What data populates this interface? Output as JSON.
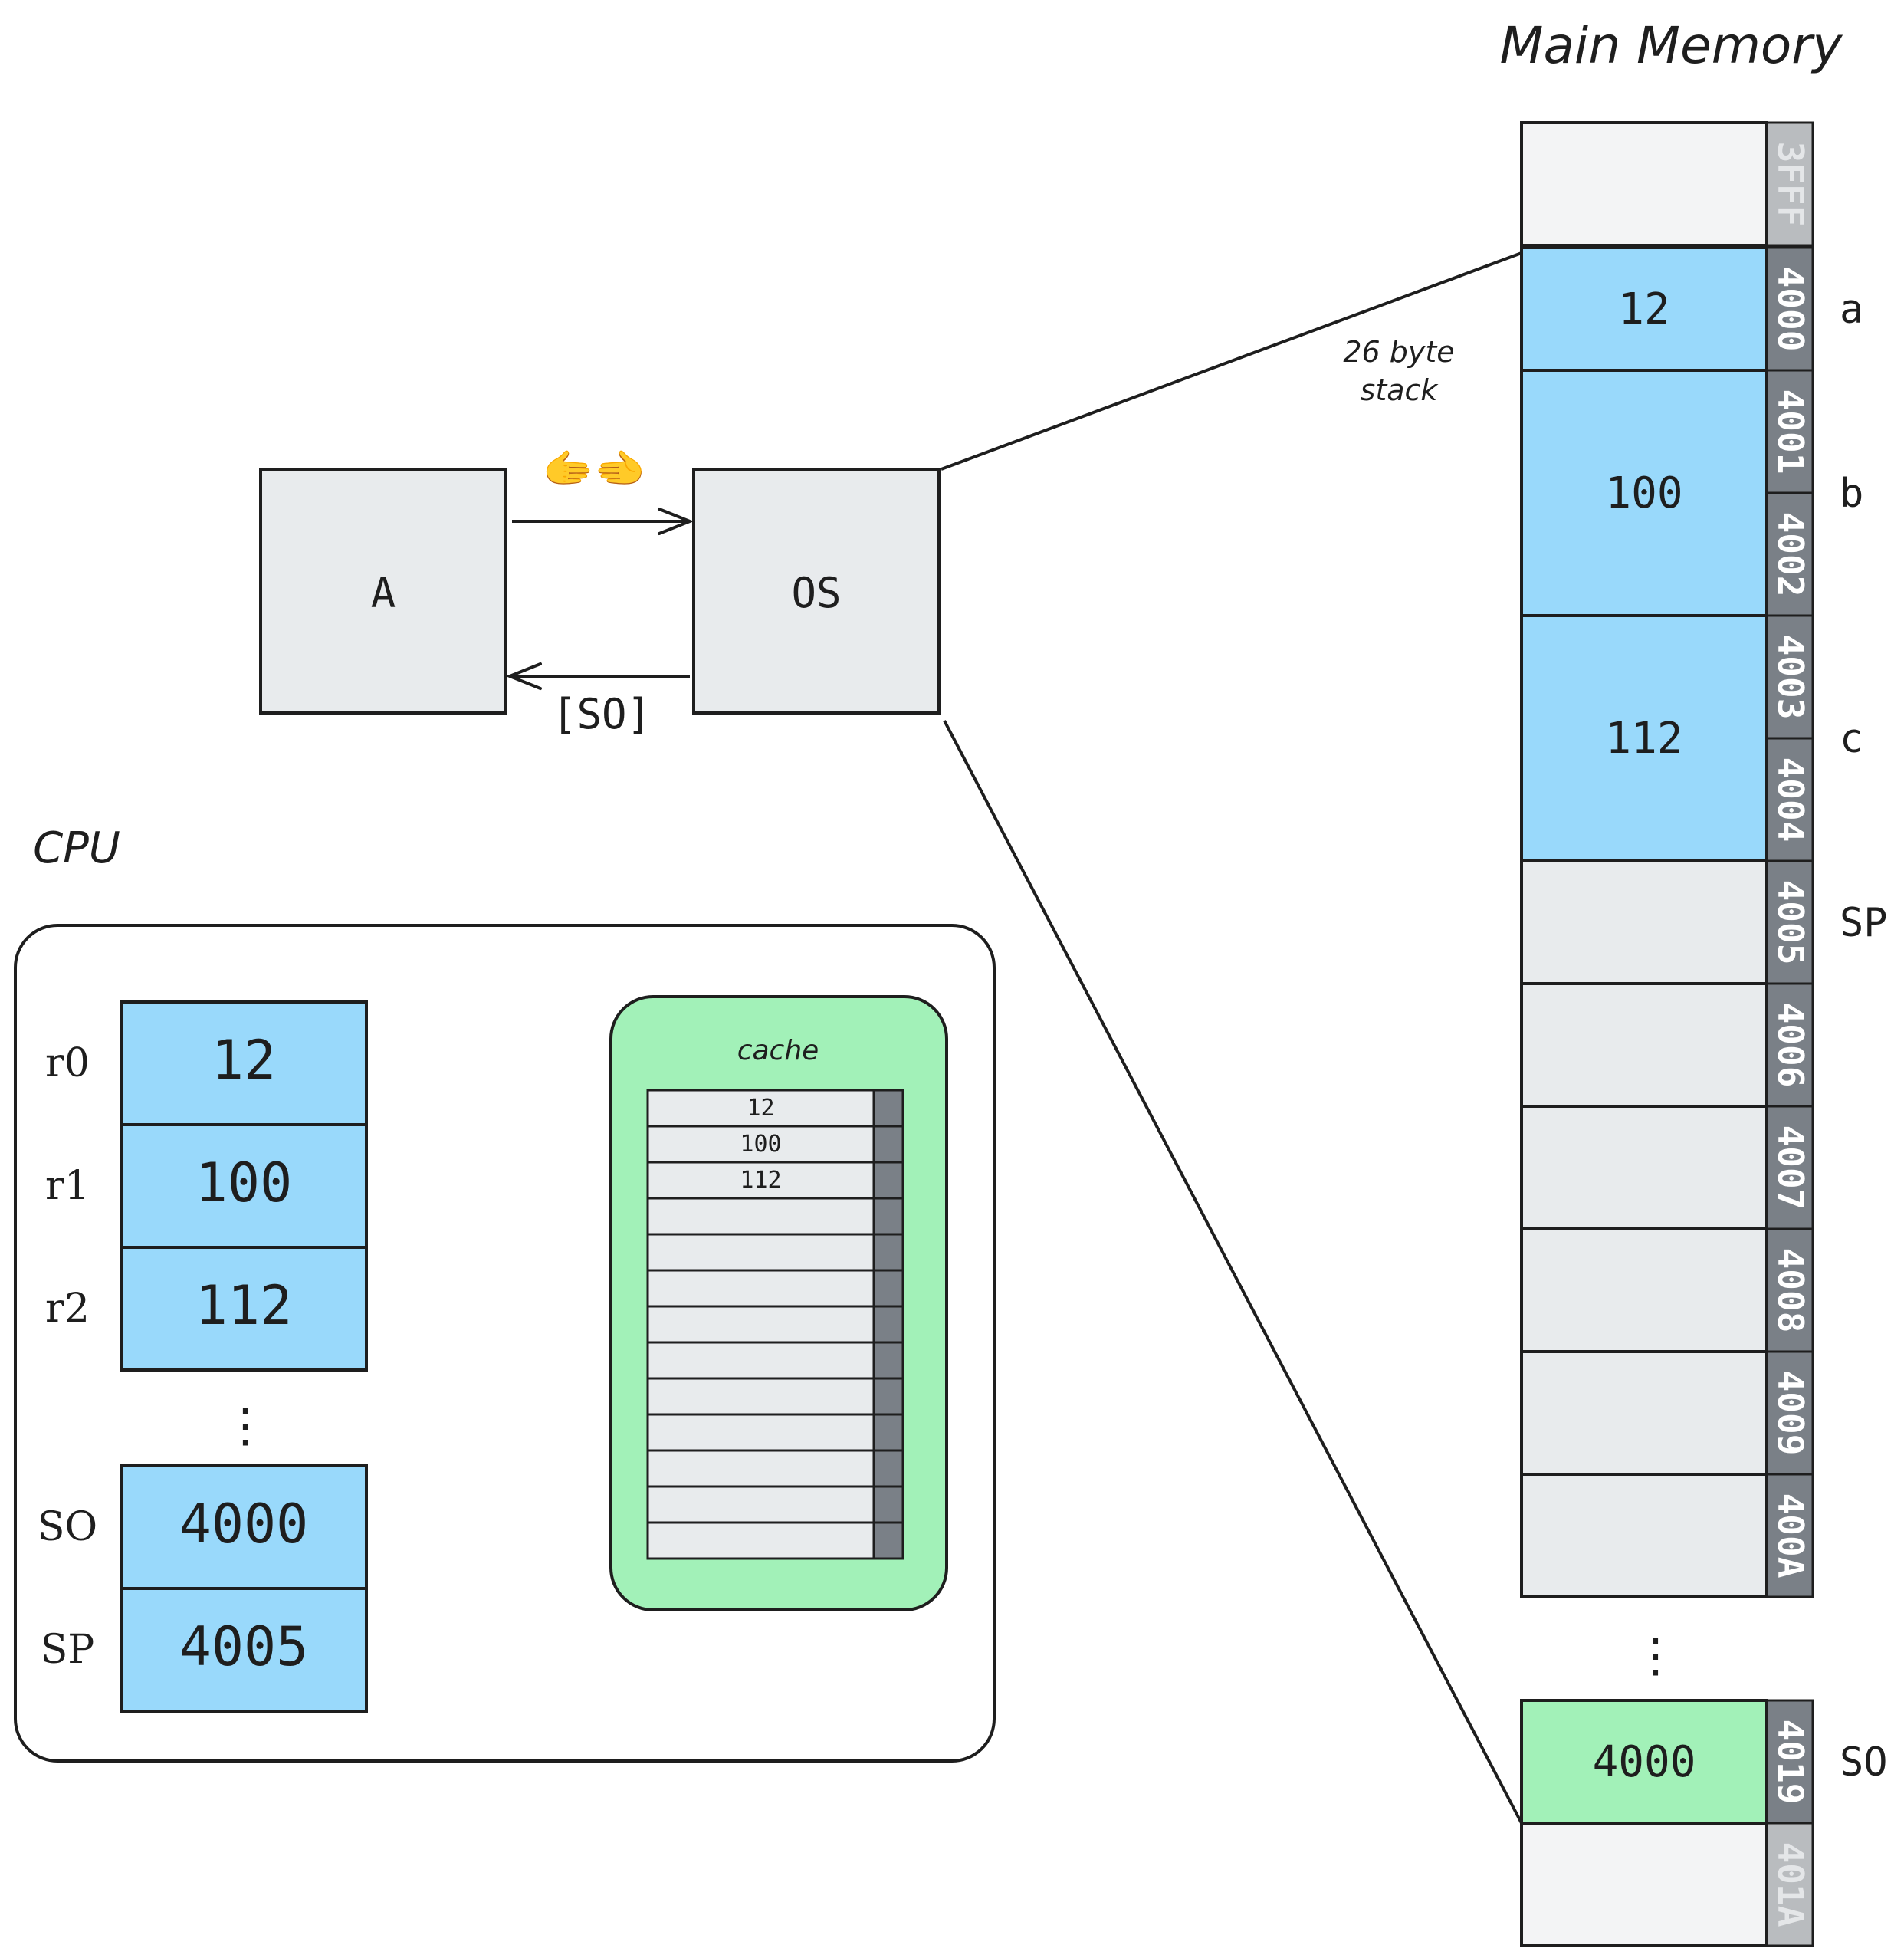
{
  "memory": {
    "title": "Main Memory",
    "stack_note_line1": "26 byte",
    "stack_note_line2": "stack",
    "dots": "⋮",
    "cells": [
      {
        "addr": "3FFF",
        "value": "",
        "var": "",
        "fill": "#f3f4f5",
        "addr_fill": "#b9bcbf",
        "addr_text": "#e4e6e8"
      },
      {
        "addr": "4000",
        "value": "12",
        "var": "a",
        "fill": "#99d9fb",
        "addr_fill": "#7a8087",
        "addr_text": "#ffffff"
      },
      {
        "addr": "4001",
        "value": "100",
        "var": "b",
        "fill": "#99d9fb",
        "addr_fill": "#7a8087",
        "addr_text": "#ffffff"
      },
      {
        "addr": "4002",
        "value": "",
        "var": "",
        "fill": "#99d9fb",
        "addr_fill": "#7a8087",
        "addr_text": "#ffffff"
      },
      {
        "addr": "4003",
        "value": "112",
        "var": "c",
        "fill": "#99d9fb",
        "addr_fill": "#7a8087",
        "addr_text": "#ffffff"
      },
      {
        "addr": "4004",
        "value": "",
        "var": "",
        "fill": "#99d9fb",
        "addr_fill": "#7a8087",
        "addr_text": "#ffffff"
      },
      {
        "addr": "4005",
        "value": "",
        "var": "SP",
        "fill": "#e8ebed",
        "addr_fill": "#7a8087",
        "addr_text": "#ffffff"
      },
      {
        "addr": "4006",
        "value": "",
        "var": "",
        "fill": "#e8ebed",
        "addr_fill": "#7a8087",
        "addr_text": "#ffffff"
      },
      {
        "addr": "4007",
        "value": "",
        "var": "",
        "fill": "#e8ebed",
        "addr_fill": "#7a8087",
        "addr_text": "#ffffff"
      },
      {
        "addr": "4008",
        "value": "",
        "var": "",
        "fill": "#e8ebed",
        "addr_fill": "#7a8087",
        "addr_text": "#ffffff"
      },
      {
        "addr": "4009",
        "value": "",
        "var": "",
        "fill": "#e8ebed",
        "addr_fill": "#7a8087",
        "addr_text": "#ffffff"
      },
      {
        "addr": "400A",
        "value": "",
        "var": "",
        "fill": "#e8ebed",
        "addr_fill": "#7a8087",
        "addr_text": "#ffffff"
      },
      {
        "addr": "4019",
        "value": "4000",
        "var": "SO",
        "fill": "#a2f1b8",
        "addr_fill": "#7a8087",
        "addr_text": "#ffffff"
      },
      {
        "addr": "401A",
        "value": "",
        "var": "",
        "fill": "#f3f4f5",
        "addr_fill": "#b9bcbf",
        "addr_text": "#e4e6e8"
      }
    ]
  },
  "processes": {
    "a_label": "A",
    "os_label": "OS",
    "return_label": "[SO]",
    "handshake": "🫱🫲",
    "box_fill": "#e8ebed"
  },
  "cpu": {
    "title": "CPU",
    "dots": "⋮",
    "registers": [
      {
        "name": "r0",
        "value": "12"
      },
      {
        "name": "r1",
        "value": "100"
      },
      {
        "name": "r2",
        "value": "112"
      },
      {
        "name": "SO",
        "value": "4000"
      },
      {
        "name": "SP",
        "value": "4005"
      }
    ],
    "register_fill": "#99d9fb",
    "cache": {
      "title": "cache",
      "fill": "#a2f1b8",
      "lines": [
        "12",
        "100",
        "112",
        "",
        "",
        "",
        "",
        "",
        "",
        "",
        "",
        "",
        ""
      ]
    }
  },
  "colors": {
    "stroke": "#1e1e1e",
    "leader": "#1e1e1e"
  }
}
